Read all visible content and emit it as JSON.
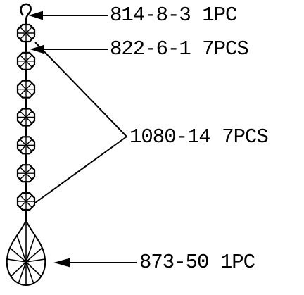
{
  "labels": {
    "hook": "814-8-3 1PC",
    "jump_ring": "822-6-1 7PCS",
    "octagon": "1080-14 7PCS",
    "teardrop": "873-50 1PC"
  },
  "colors": {
    "line": "#000000",
    "background": "#ffffff"
  },
  "parts": {
    "octagon_count": 7
  }
}
